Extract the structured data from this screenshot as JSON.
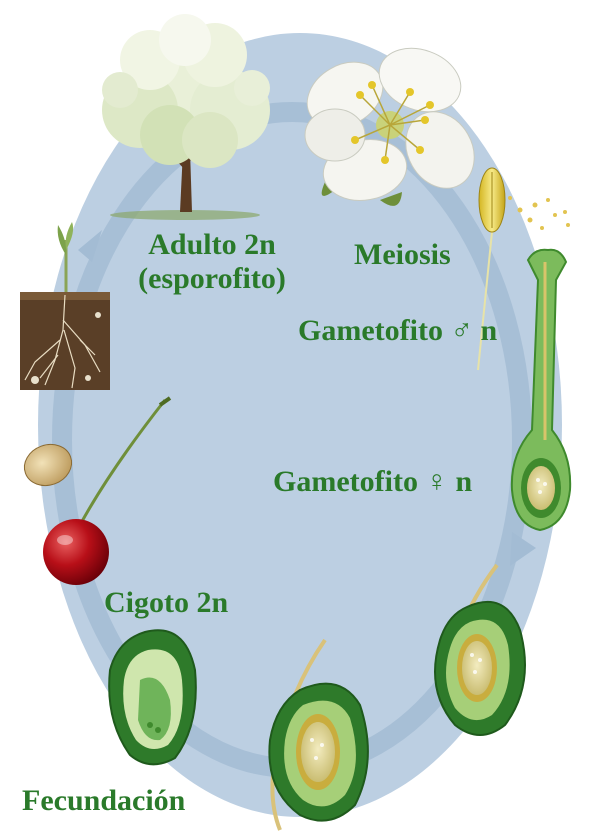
{
  "labels": {
    "adulto_line1": "Adulto 2n",
    "adulto_line2": "(esporofito)",
    "meiosis": "Meiosis",
    "gametofito_masculino": "Gametofito ♂ n",
    "gametofito_femenino": "Gametofito ♀ n",
    "cigoto": "Cigoto 2n",
    "fecundacion": "Fecundación"
  },
  "colors": {
    "background_ellipse": "#bccfe2",
    "cycle_arrow": "#a3bcd4",
    "label_green": "#2a7a2a"
  },
  "icons": [
    "tree-illustration",
    "flower-illustration",
    "anther-illustration",
    "pollen-tube-illustration",
    "ovule-illustration",
    "seed-illustration",
    "cherry-illustration",
    "seedling-illustration"
  ]
}
